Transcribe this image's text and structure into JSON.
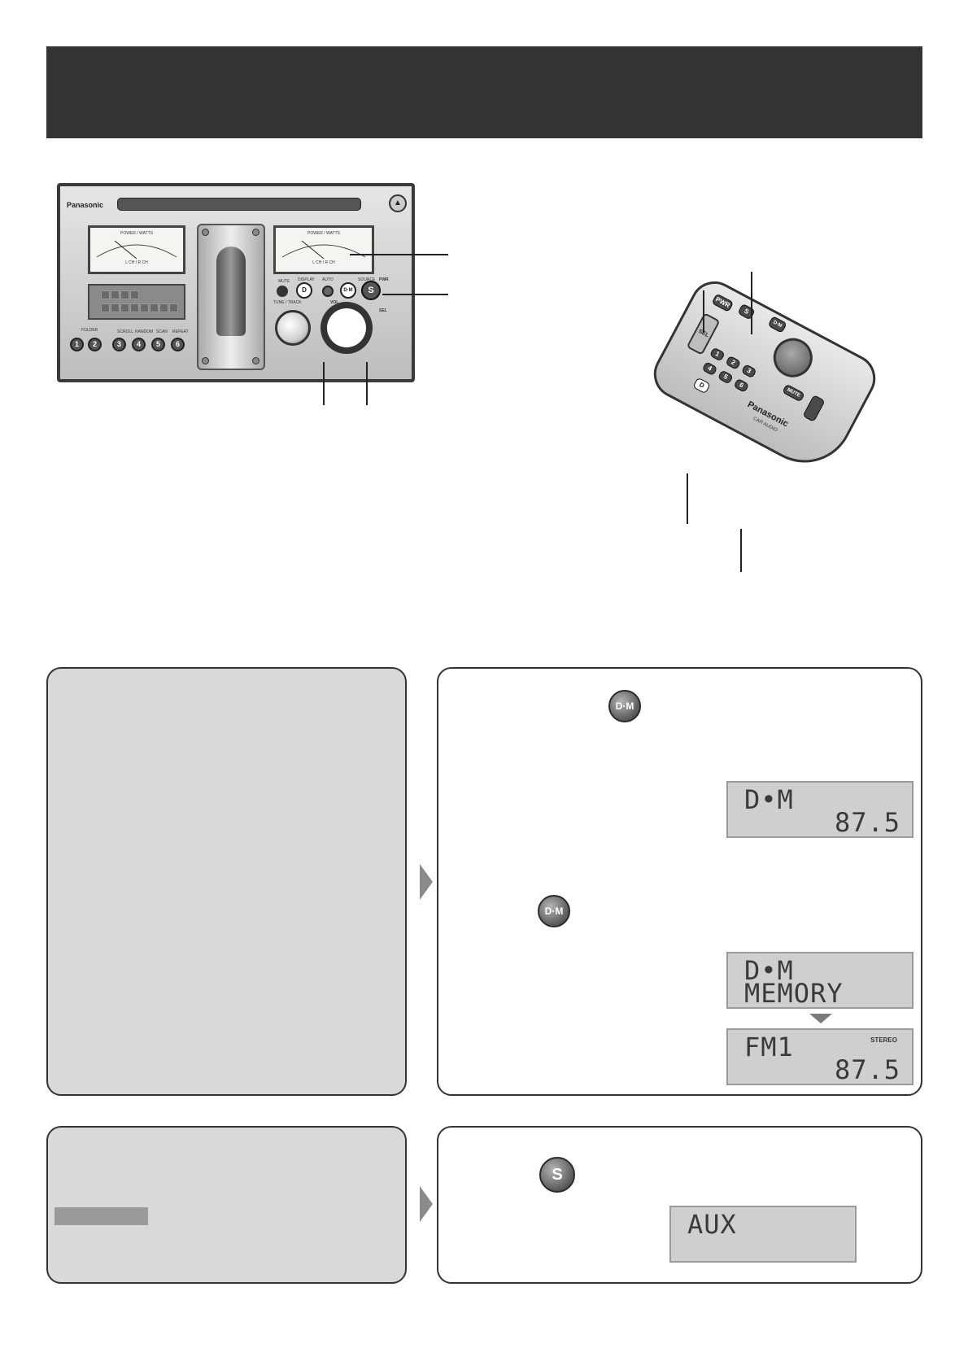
{
  "head_unit": {
    "brand": "Panasonic",
    "meter_top": "POWER / WATTS",
    "meter_bottom": "L CH / R CH",
    "btn_mute": "MUTE",
    "btn_display": "DISPLAY",
    "btn_display_letter": "D",
    "btn_auto": "AUTO",
    "btn_dm": "D·M",
    "btn_source": "SOURCE",
    "btn_pwr": "PWR",
    "btn_source_letter": "S",
    "knob_label": "TUNE / TRACK",
    "vol_label": "VOL",
    "sel_label": "SEL",
    "folder_label": "FOLDER",
    "btn_scroll": "SCROLL",
    "btn_random": "RANDOM",
    "btn_scan": "SCAN",
    "btn_repeat": "REPEAT",
    "preset_numbers": [
      "1",
      "2",
      "3",
      "4",
      "5",
      "6"
    ]
  },
  "remote": {
    "brand": "Panasonic",
    "sub_brand": "CAR AUDIO",
    "btn_pwr": "PWR",
    "btn_source": "S",
    "btn_dm": "D·M",
    "btn_sel": "SEL",
    "btn_mute": "MUTE",
    "btn_display": "D",
    "keys": [
      "1",
      "2",
      "3",
      "4",
      "5",
      "6"
    ]
  },
  "panel_dm": {
    "button_label": "D·M",
    "lcd_1": {
      "line1": "D•M",
      "line2": "87.5"
    },
    "lcd_2": {
      "line1": "D•M",
      "line2": "MEMORY"
    },
    "lcd_3": {
      "line1": "FM1",
      "line2": "87.5",
      "indicator": "STEREO"
    }
  },
  "panel_aux": {
    "button_label": "S",
    "lcd": {
      "line1": "AUX"
    }
  }
}
